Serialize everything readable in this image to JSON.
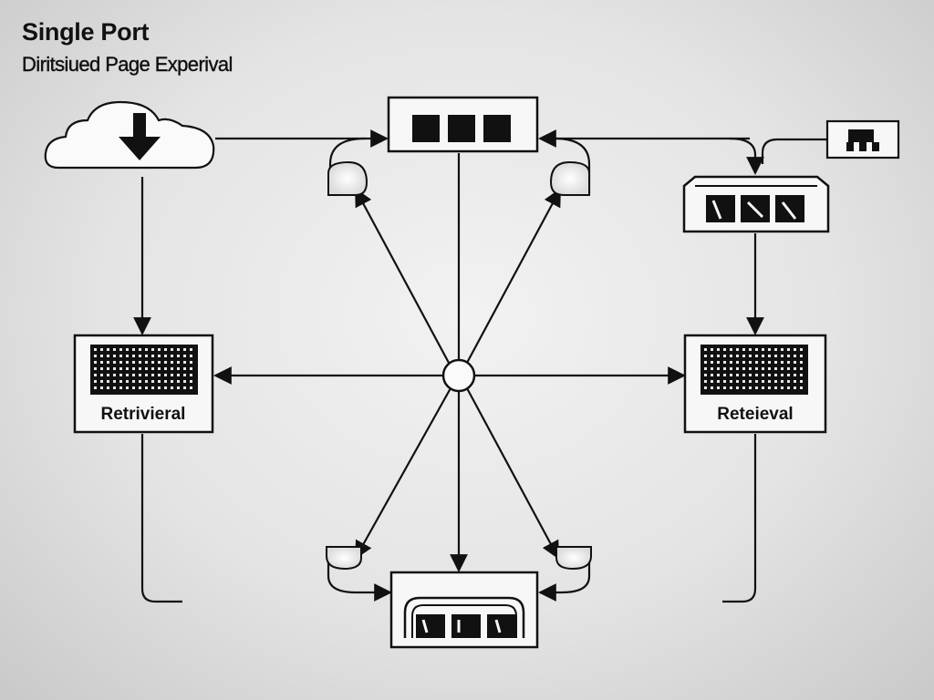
{
  "title": {
    "line1": "Single Port",
    "line2": "Diritsiued Page Experival"
  },
  "nodes": {
    "cloud": {
      "icon": "cloud-download-icon"
    },
    "top_switch": {
      "icon": "switch-icon"
    },
    "small_device": {
      "icon": "device-icon"
    },
    "right_router": {
      "icon": "router-icon"
    },
    "left_server": {
      "label": "Retrivieral",
      "icon": "server-grid-icon"
    },
    "right_server": {
      "label": "Reteieval",
      "icon": "server-grid-icon"
    },
    "bottom_device": {
      "icon": "storage-device-icon"
    },
    "hub": {
      "icon": "hub-node-icon"
    }
  }
}
